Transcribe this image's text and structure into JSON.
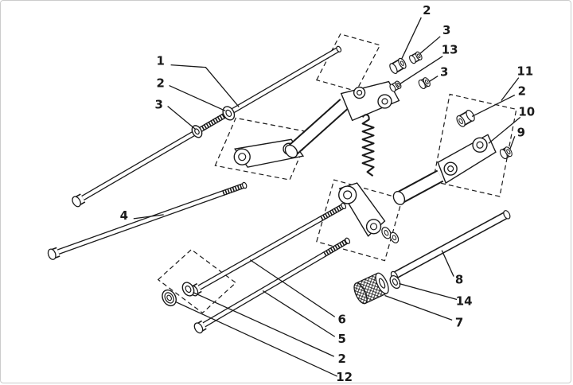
{
  "figure": {
    "background": "#ffffff",
    "line_color": "#1a1a1a"
  },
  "callouts": [
    {
      "label": "1"
    },
    {
      "label": "2"
    },
    {
      "label": "3"
    },
    {
      "label": "4"
    },
    {
      "label": "2"
    },
    {
      "label": "3"
    },
    {
      "label": "13"
    },
    {
      "label": "3"
    },
    {
      "label": "11"
    },
    {
      "label": "2"
    },
    {
      "label": "10"
    },
    {
      "label": "9"
    },
    {
      "label": "8"
    },
    {
      "label": "14"
    },
    {
      "label": "7"
    },
    {
      "label": "6"
    },
    {
      "label": "5"
    },
    {
      "label": "2"
    },
    {
      "label": "12"
    }
  ]
}
